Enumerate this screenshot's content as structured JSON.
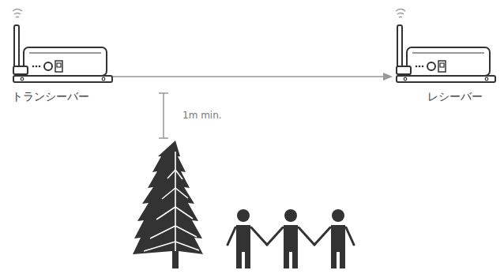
{
  "diagram": {
    "nodes": [
      {
        "text": [
          "トランシーバー"
        ]
      },
      {
        "text": [
          "レシーバー"
        ]
      }
    ],
    "edges": [
      {
        "from": 0,
        "to": 1,
        "arrow": "to"
      }
    ],
    "labels": [
      "1m min."
    ]
  }
}
